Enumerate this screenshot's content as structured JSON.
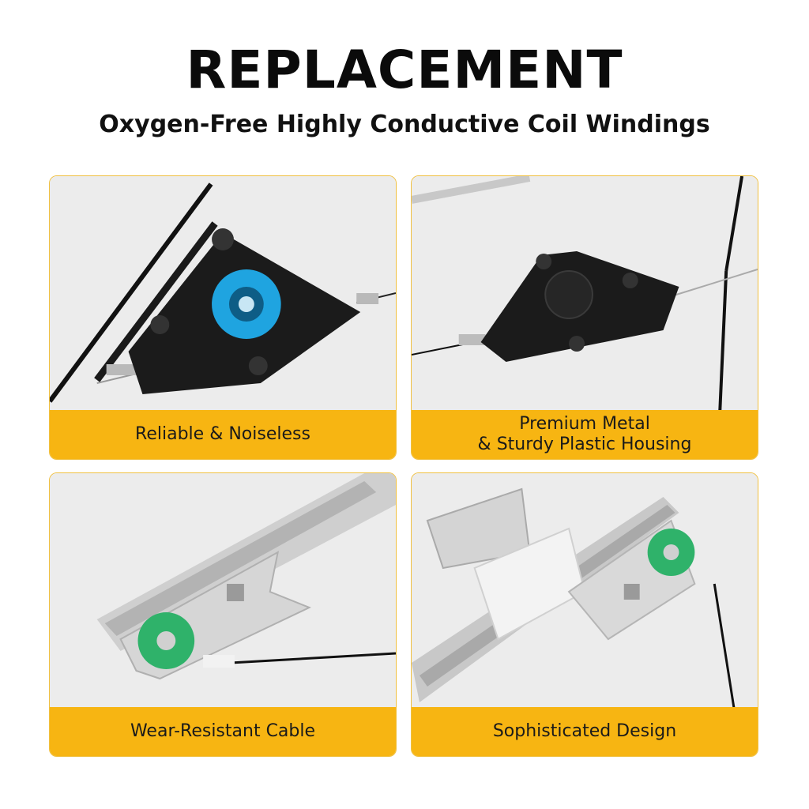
{
  "header": {
    "title": "REPLACEMENT",
    "subtitle": "Oxygen-Free Highly Conductive Coil Windings"
  },
  "panels": [
    {
      "caption": "Reliable & Noiseless",
      "image": "black-motor-regulator-with-blue-pulley"
    },
    {
      "caption_line1": "Premium Metal",
      "caption_line2": "& Sturdy Plastic Housing",
      "image": "black-regulator-housing"
    },
    {
      "caption": "Wear-Resistant Cable",
      "image": "metal-rail-with-green-pulley"
    },
    {
      "caption": "Sophisticated Design",
      "image": "metal-rail-with-white-slider-and-green-pulley"
    }
  ],
  "colors": {
    "caption_bar": "#f7b512",
    "panel_bg": "#ececec",
    "pulley_blue": "#1fa4e0",
    "pulley_green": "#2fb26a"
  }
}
